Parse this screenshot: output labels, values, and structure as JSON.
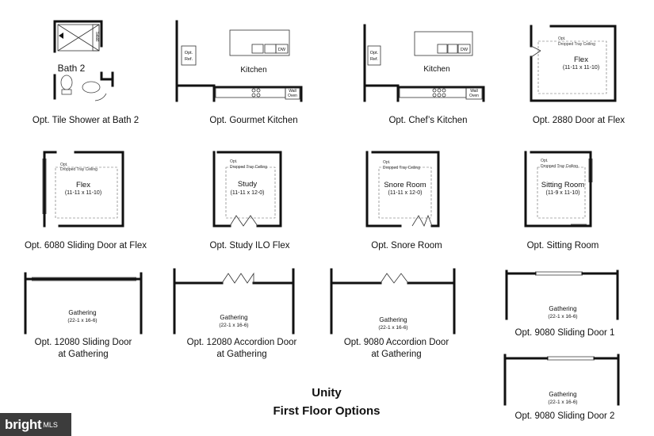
{
  "title": {
    "line1": "Unity",
    "line2": "First Floor Options"
  },
  "options": [
    {
      "id": "tile-shower",
      "caption": "Opt. Tile Shower at Bath 2",
      "rooms": [
        "Bath 2"
      ],
      "notes": [
        "Seat"
      ]
    },
    {
      "id": "gourmet-kitchen",
      "caption": "Opt. Gourmet Kitchen",
      "rooms": [
        "Kitchen"
      ],
      "notes": [
        "Opt. Ref.",
        "DW",
        "Wall Oven"
      ]
    },
    {
      "id": "chefs-kitchen",
      "caption": "Opt. Chef’s Kitchen",
      "rooms": [
        "Kitchen"
      ],
      "notes": [
        "Opt. Ref.",
        "DW",
        "Wall Oven"
      ]
    },
    {
      "id": "door-2880-flex",
      "caption": "Opt. 2880 Door at Flex",
      "rooms": [
        "Flex",
        "(11-11 x 11-10)"
      ],
      "notes": [
        "Opt.",
        "Dropped Tray Ceiling"
      ]
    },
    {
      "id": "sliding-6080-flex",
      "caption": "Opt. 6080 Sliding Door at Flex",
      "rooms": [
        "Flex",
        "(11-11 x 11-10)"
      ],
      "notes": [
        "Opt.",
        "Dropped Tray Ceiling"
      ]
    },
    {
      "id": "study-ilo-flex",
      "caption": "Opt. Study ILO Flex",
      "rooms": [
        "Study",
        "(11-11 x 12-0)"
      ],
      "notes": [
        "Opt.",
        "Dropped Tray Ceiling"
      ]
    },
    {
      "id": "snore-room",
      "caption": "Opt. Snore Room",
      "rooms": [
        "Snore Room",
        "(11-11 x 12-0)"
      ],
      "notes": [
        "Opt.",
        "Dropped Tray Ceiling"
      ]
    },
    {
      "id": "sitting-room",
      "caption": "Opt. Sitting Room",
      "rooms": [
        "Sitting Room",
        "(11-9 x 11-10)"
      ],
      "notes": [
        "Opt.",
        "Dropped Tray Ceiling"
      ]
    },
    {
      "id": "sliding-12080",
      "caption": [
        "Opt. 12080 Sliding Door",
        "at Gathering"
      ],
      "rooms": [
        "Gathering",
        "(22-1 x 16-6)"
      ]
    },
    {
      "id": "accordion-12080",
      "caption": [
        "Opt. 12080 Accordion Door",
        "at Gathering"
      ],
      "rooms": [
        "Gathering",
        "(22-1 x 16-6)"
      ]
    },
    {
      "id": "accordion-9080",
      "caption": [
        "Opt. 9080 Accordion Door",
        "at Gathering"
      ],
      "rooms": [
        "Gathering",
        "(22-1 x 16-6)"
      ]
    },
    {
      "id": "sliding-9080-1",
      "caption": "Opt. 9080 Sliding Door 1",
      "rooms": [
        "Gathering",
        "(22-1 x 16-6)"
      ]
    },
    {
      "id": "sliding-9080-2",
      "caption": "Opt. 9080 Sliding Door 2",
      "rooms": [
        "Gathering",
        "(22-1 x 16-6)"
      ]
    }
  ],
  "watermark": {
    "brand": "bright",
    "suffix": "MLS"
  }
}
